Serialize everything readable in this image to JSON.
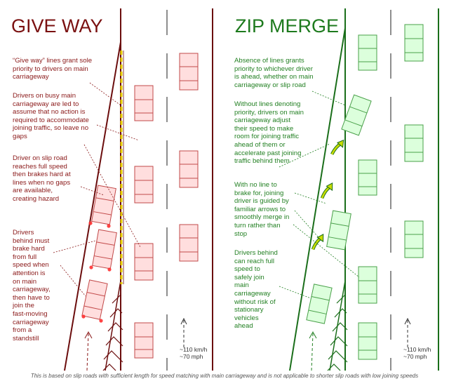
{
  "give_way": {
    "title": "GIVE WAY",
    "notes": [
      "“Give way” lines grant sole\npriority to drivers on main\ncarriageway",
      "Drivers on busy main\ncarriageway are led to\nassume that no action is\nrequired to accommodate\njoining traffic, so leave no\ngaps",
      "Driver on slip road\nreaches full speed\nthen brakes hard at\nlines when no gaps\nare available,\ncreating hazard",
      "Drivers\nbehind must\nbrake hard\nfrom full\nspeed when\nattention is\non main\ncarriageway,\nthen have to\njoin the\nfast-moving\ncarriageway\nfrom a\nstandstill"
    ],
    "speed_label": "~110 km/h\n~70 mph"
  },
  "zip_merge": {
    "title": "ZIP MERGE",
    "notes": [
      "Absence of lines grants\npriority to whichever driver\nis ahead, whether on main\ncarriageway or slip road",
      "Without lines denoting\npriority, drivers on main\ncarriageway adjust\ntheir speed to make\nroom for joining traffic\nahead of them or\naccelerate past joining\ntraffic behind them",
      "With no line to\nbrake for, joining\ndriver is guided by\nfamiliar arrows to\nsmoothly merge in\nturn rather than\nstop",
      "Drivers behind\ncan reach full\nspeed to\nsafely join\nmain\ncarriageway\nwithout risk of\nstationary\nvehicles\nahead"
    ],
    "speed_label": "~110 km/h\n~70 mph"
  },
  "footnote": "This is  based on slip roads with sufficient length for speed matching with main carriageway and is not applicable to shorter slip roads with low joining speeds",
  "colors": {
    "give_way_text": "#8a1818",
    "give_way_road": "#6b0d0d",
    "give_way_car_fill": "#ffdede",
    "give_way_car_stroke": "#c24a4a",
    "give_way_line": "#e8d000",
    "zip_text": "#238023",
    "zip_road": "#1a6e1a",
    "zip_car_fill": "#dcffdc",
    "zip_car_stroke": "#4aa04a",
    "zip_arrow": "#c8dc00"
  },
  "icons": [
    "car-icon",
    "chevron-arrow-icon",
    "merge-arrow-icon",
    "brake-light-icon",
    "dashed-up-arrow-icon"
  ]
}
